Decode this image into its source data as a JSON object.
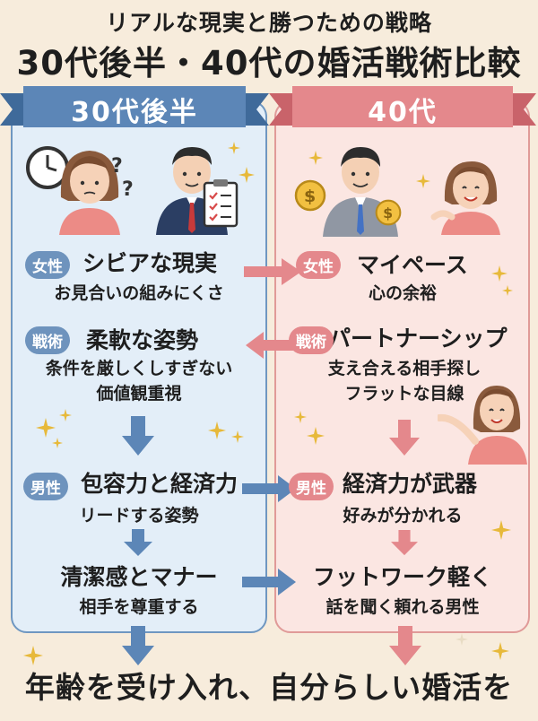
{
  "header": {
    "subtitle": "リアルな現実と勝つための戦略",
    "title": "30代後半・40代の婚活戦術比較"
  },
  "left": {
    "ribbon": "30代後半",
    "badge1": "女性",
    "reality_title": "シビアな現実",
    "reality_sub": "お見合いの組みにくさ",
    "badge2": "戦術",
    "tactic_title": "柔軟な姿勢",
    "tactic_sub1": "条件を厳しくしすぎない",
    "tactic_sub2": "価値観重視",
    "badge3": "男性",
    "male_title": "包容力と経済力",
    "male_sub": "リードする姿勢",
    "manner_title": "清潔感とマナー",
    "manner_sub": "相手を尊重する"
  },
  "right": {
    "ribbon": "40代",
    "badge1": "女性",
    "reality_title": "マイペース",
    "reality_sub": "心の余裕",
    "badge2": "戦術",
    "tactic_title": "パートナーシップ",
    "tactic_sub1": "支え合える相手探し",
    "tactic_sub2": "フラットな目線",
    "badge3": "男性",
    "male_title": "経済力が武器",
    "male_sub": "好みが分かれる",
    "manner_title": "フットワーク軽く",
    "manner_sub": "話を聞く頼れる男性"
  },
  "footer": {
    "text": "年齢を受け入れ、自分らしい婚活を"
  },
  "icons": {
    "clock": "clock-icon",
    "question": "question-mark-icon",
    "clipboard": "clipboard-checklist-icon",
    "coin": "coin-icon",
    "sparkle": "sparkle-icon",
    "arrow": "arrow-icon"
  },
  "colors": {
    "background": "#f7ecdc",
    "left_panel": "#e3eef8",
    "left_border": "#6f97c1",
    "left_accent": "#5c86b7",
    "right_panel": "#fbe6e2",
    "right_border": "#e09a98",
    "right_accent": "#e4888c",
    "sparkle": "#e7b93a"
  }
}
